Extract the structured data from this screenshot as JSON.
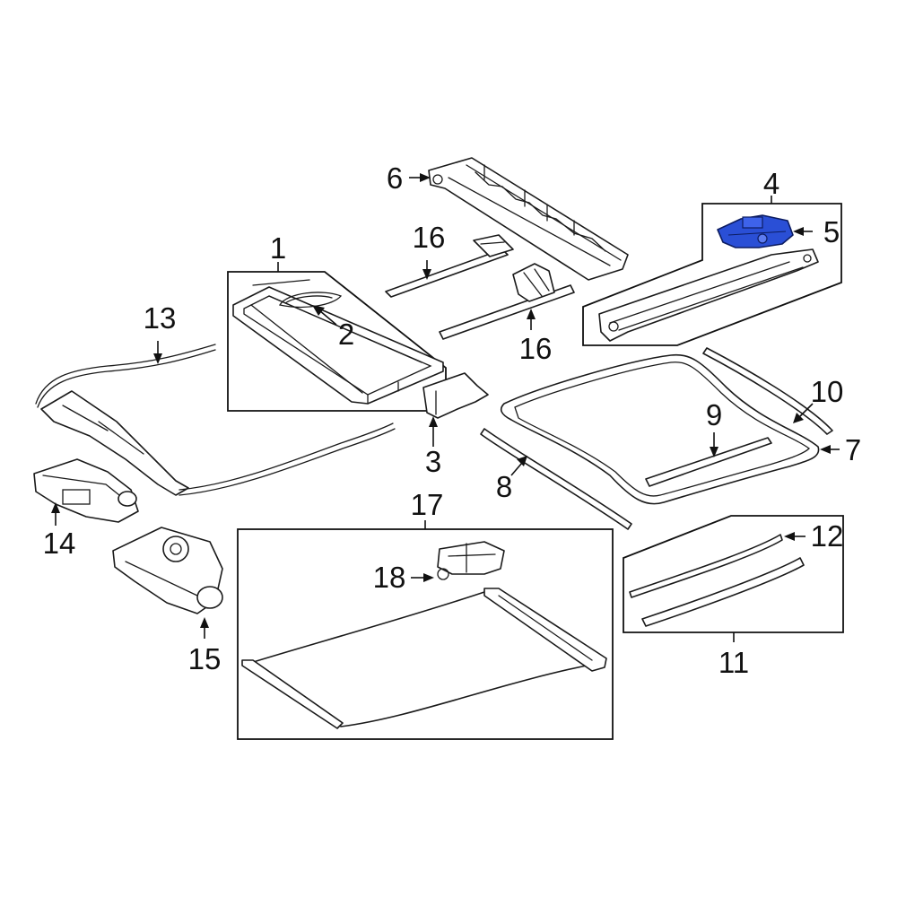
{
  "diagram": {
    "callouts": [
      "1",
      "2",
      "3",
      "4",
      "5",
      "6",
      "7",
      "8",
      "9",
      "10",
      "11",
      "12",
      "13",
      "14",
      "15",
      "16",
      "16",
      "17",
      "18"
    ],
    "highlight_color": "#2a4fd6",
    "highlighted_part": "5"
  }
}
